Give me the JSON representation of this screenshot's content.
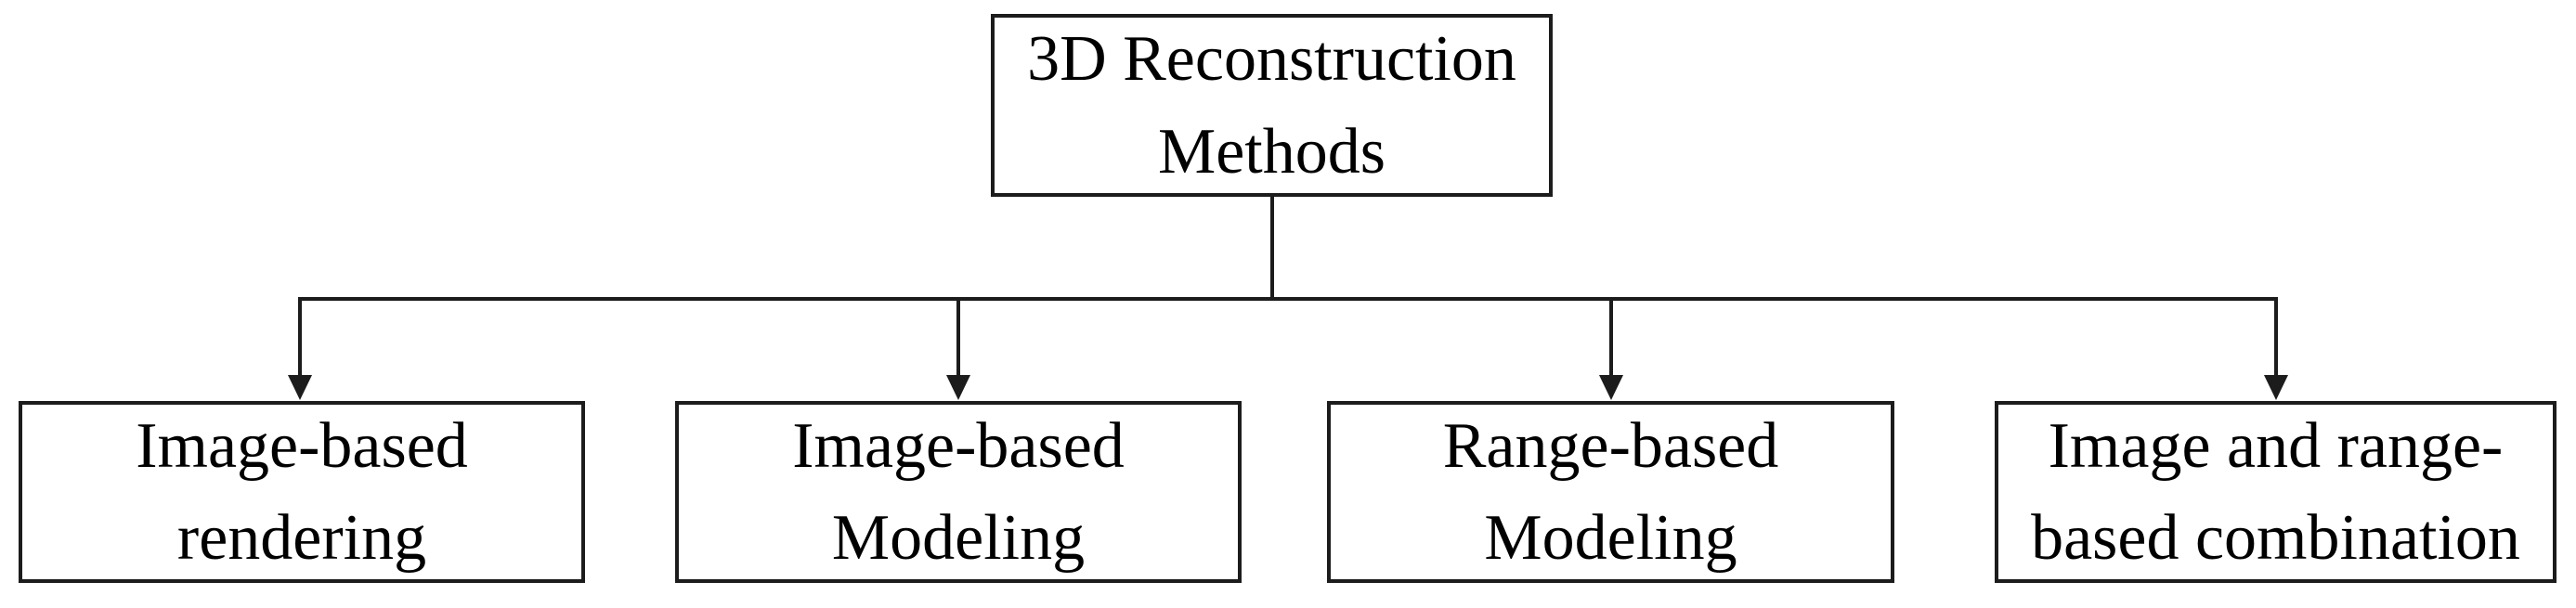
{
  "diagram": {
    "root": {
      "label": "3D Reconstruction Methods",
      "lines": [
        "3D Reconstruction",
        "Methods"
      ]
    },
    "children": [
      {
        "label": "Image-based rendering",
        "lines": [
          "Image-based",
          "rendering"
        ]
      },
      {
        "label": "Image-based Modeling",
        "lines": [
          "Image-based",
          "Modeling"
        ]
      },
      {
        "label": "Range-based Modeling",
        "lines": [
          "Range-based",
          "Modeling"
        ]
      },
      {
        "label": "Image and range-based combination",
        "lines": [
          "Image and range-",
          "based combination"
        ]
      }
    ],
    "colors": {
      "background": "#ffffff",
      "border": "#1c1c1c",
      "text": "#000000",
      "connector": "#1c1c1c"
    }
  }
}
